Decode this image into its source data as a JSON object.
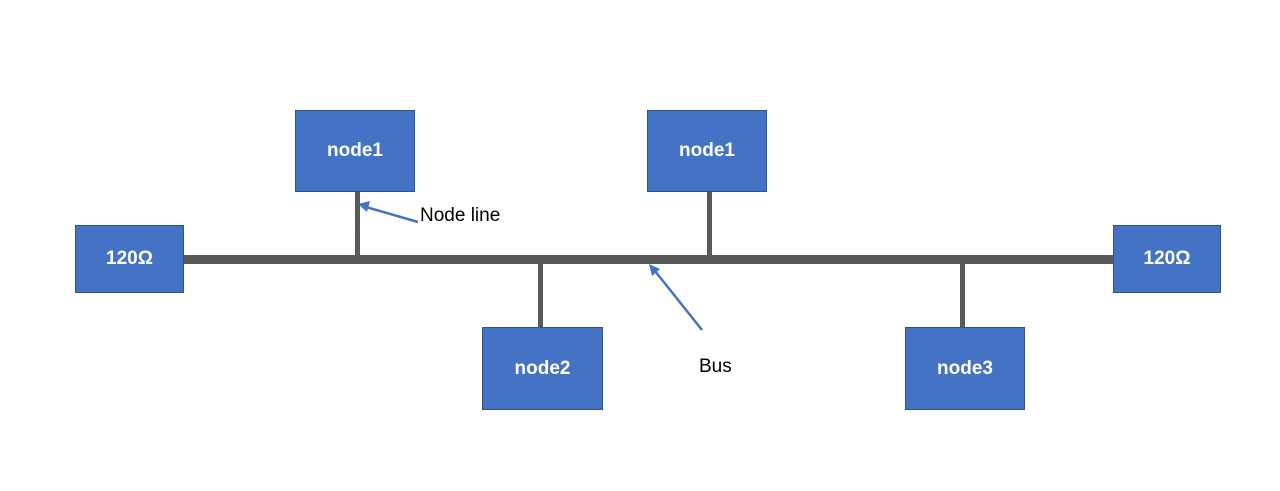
{
  "terminators": {
    "left_label": "120Ω",
    "right_label": "120Ω"
  },
  "nodes": {
    "top_left_label": "node1",
    "top_middle_label": "node1",
    "bottom_left_label": "node2",
    "bottom_right_label": "node3"
  },
  "annotations": {
    "node_line_label": "Node line",
    "bus_label": "Bus"
  },
  "colors": {
    "box_fill": "#4472c4",
    "box_border": "#2f528f",
    "box_text": "#ffffff",
    "wire": "#595959",
    "arrow": "#4472c4",
    "annotation_text": "#000000"
  }
}
